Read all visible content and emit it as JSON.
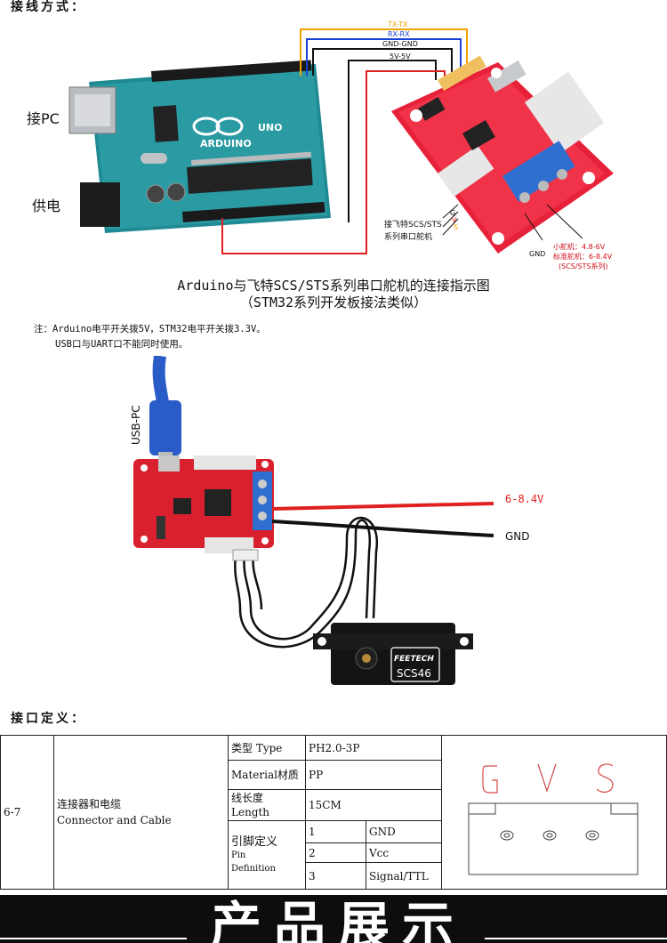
{
  "wiring": {
    "title": "接线方式：",
    "label_pc": "接PC",
    "label_power": "供电",
    "wire_tx": "TX-TX",
    "wire_rx": "RX-RX",
    "wire_gnd": "GND-GND",
    "wire_5v": "5V-5V",
    "board_uno": "UNO",
    "board_arduino": "ARDUINO",
    "servo_conn_label1": "接飞特SCS/STS",
    "servo_conn_label2": "系列串口舵机",
    "pin_g": "G",
    "pin_v": "V",
    "pin_s": "S",
    "gnd": "GND",
    "power_small": "小舵机：4.8-6V",
    "power_std": "标准舵机：6-8.4V",
    "power_series": "(SCS/STS系列)"
  },
  "caption": {
    "line1": "Arduino与飞特SCS/STS系列串口舵机的连接指示图",
    "line2": "（STM32系列开发板接法类似）"
  },
  "notes": {
    "line1": "注：Arduino电平开关拨5V，STM32电平开关拨3.3V。",
    "line2": "USB口与UART口不能同时使用。"
  },
  "photo": {
    "usb_label": "USB-PC",
    "voltage_label": "6-8.4V",
    "gnd_label": "GND",
    "servo_brand": "FEETECH",
    "servo_model": "SCS46"
  },
  "interface": {
    "title": "接口定义：",
    "code": "6-7",
    "name_cn": "连接器和电缆",
    "name_en": "Connector and Cable",
    "type_label": "类型 Type",
    "type_value": "PH2.0-3P",
    "material_label": "Material材质",
    "material_value": "PP",
    "length_label_cn": "线长度",
    "length_label_en": "Length",
    "length_value": "15CM",
    "pin_label_cn": "引脚定义",
    "pin_label_en1": "Pin",
    "pin_label_en2": "Definition",
    "pins": [
      {
        "num": "1",
        "name": "GND"
      },
      {
        "num": "2",
        "name": "Vcc"
      },
      {
        "num": "3",
        "name": "Signal/TTL"
      }
    ],
    "diagram_letters": [
      "G",
      "V",
      "S"
    ]
  },
  "footer": {
    "title": "产品展示"
  },
  "colors": {
    "tx_wire": "#f2a200",
    "rx_wire": "#1a3fd6",
    "black_wire": "#111111",
    "red_wire": "#e02020",
    "board_red": "#e8213a",
    "arduino_teal": "#1f8a93",
    "terminal_blue": "#2f6fd0",
    "annotation_red": "#d0101b"
  }
}
